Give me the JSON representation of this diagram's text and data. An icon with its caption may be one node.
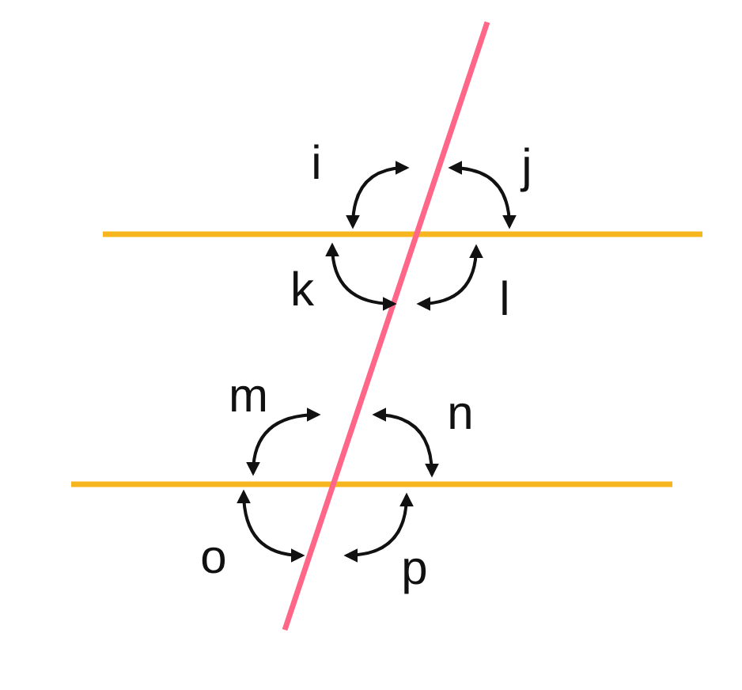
{
  "diagram": {
    "labels": [
      "i",
      "j",
      "k",
      "l",
      "m",
      "n",
      "o",
      "p"
    ]
  }
}
